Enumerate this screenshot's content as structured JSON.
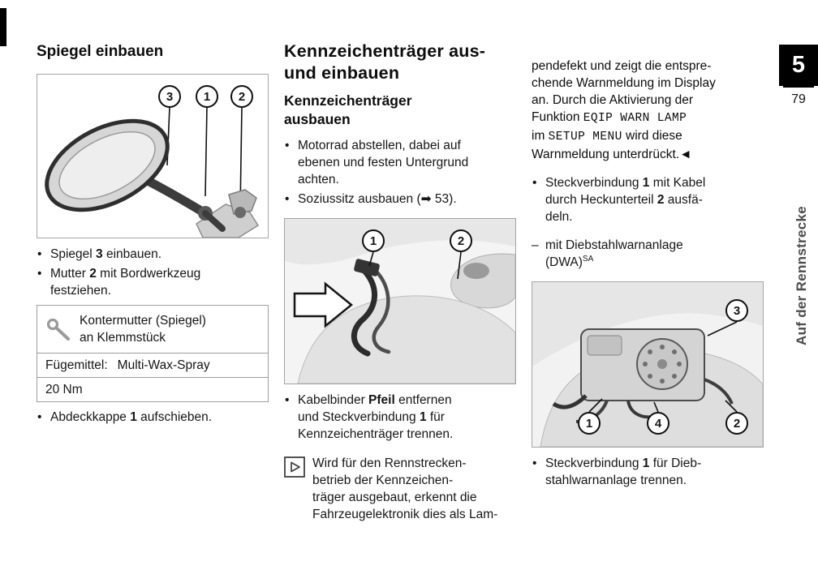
{
  "sidebar": {
    "chapter": "5",
    "page": "79",
    "vertical_label": "Auf der Rennstrecke"
  },
  "col1": {
    "heading": "Spiegel einbauen",
    "fig_mirror": {
      "callout_3": "3",
      "callout_1": "1",
      "callout_2": "2"
    },
    "bullet_spiegel": {
      "pre": "Spiegel ",
      "bold": "3",
      "post": " einbauen."
    },
    "bullet_mutter": {
      "pre": "Mutter ",
      "bold": "2",
      "post": " mit Bordwerkzeug\nfestziehen."
    },
    "torque": {
      "item": "Kontermutter (Spiegel)\nan Klemmstück",
      "agent_label": "Fügemittel:",
      "agent_value": "Multi-Wax-Spray",
      "value": "20 Nm"
    },
    "bullet_abdeckkappe": {
      "pre": "Abdeckkappe ",
      "bold": "1",
      "post": " aufschieben."
    }
  },
  "col2": {
    "heading": "Kennzeichenträger aus-\nund einbauen",
    "subheading": "Kennzeichenträger\nausbauen",
    "bullet_motorrad": "Motorrad abstellen, dabei auf\nebenen und festen Untergrund\nachten.",
    "bullet_soziussitz": "Soziussitz ausbauen (➡ 53).",
    "fig_kennzeichen": {
      "callout_1": "1",
      "callout_2": "2"
    },
    "bullet_kabelbinder": {
      "s1": "Kabelbinder ",
      "b1": "Pfeil",
      "s2": " entfernen\nund Steckverbindung ",
      "b2": "1",
      "s3": " für\nKennzeichenträger trennen."
    },
    "note": "Wird für den Rennstrecken-\nbetrieb der Kennzeichen-\nträger ausgebaut, erkennt die\nFahrzeugelektronik dies als Lam-"
  },
  "col3": {
    "para": {
      "s1": "pendefekt und zeigt die entspre-\nchende Warnmeldung im Display\nan. Durch die Aktivierung der\nFunktion ",
      "mono1": "EQIP WARN LAMP",
      "s2": "\nim ",
      "mono2": "SETUP MENU",
      "s3": " wird diese\nWarnmeldung unterdrückt.◄"
    },
    "bullet_steck1": {
      "s1": "Steckverbindung ",
      "b1": "1",
      "s2": " mit Kabel\ndurch Heckunterteil ",
      "b2": "2",
      "s3": " ausfä-\ndeln."
    },
    "dash_dwa": {
      "text": "mit Diebstahlwarnanlage\n(DWA)",
      "sup": "SA"
    },
    "fig_dwa": {
      "callout_3": "3",
      "callout_1": "1",
      "callout_4": "4",
      "callout_2": "2"
    },
    "bullet_steck2": {
      "s1": "Steckverbindung ",
      "b1": "1",
      "s2": " für Dieb-\nstahlwarnanlage trennen."
    }
  }
}
